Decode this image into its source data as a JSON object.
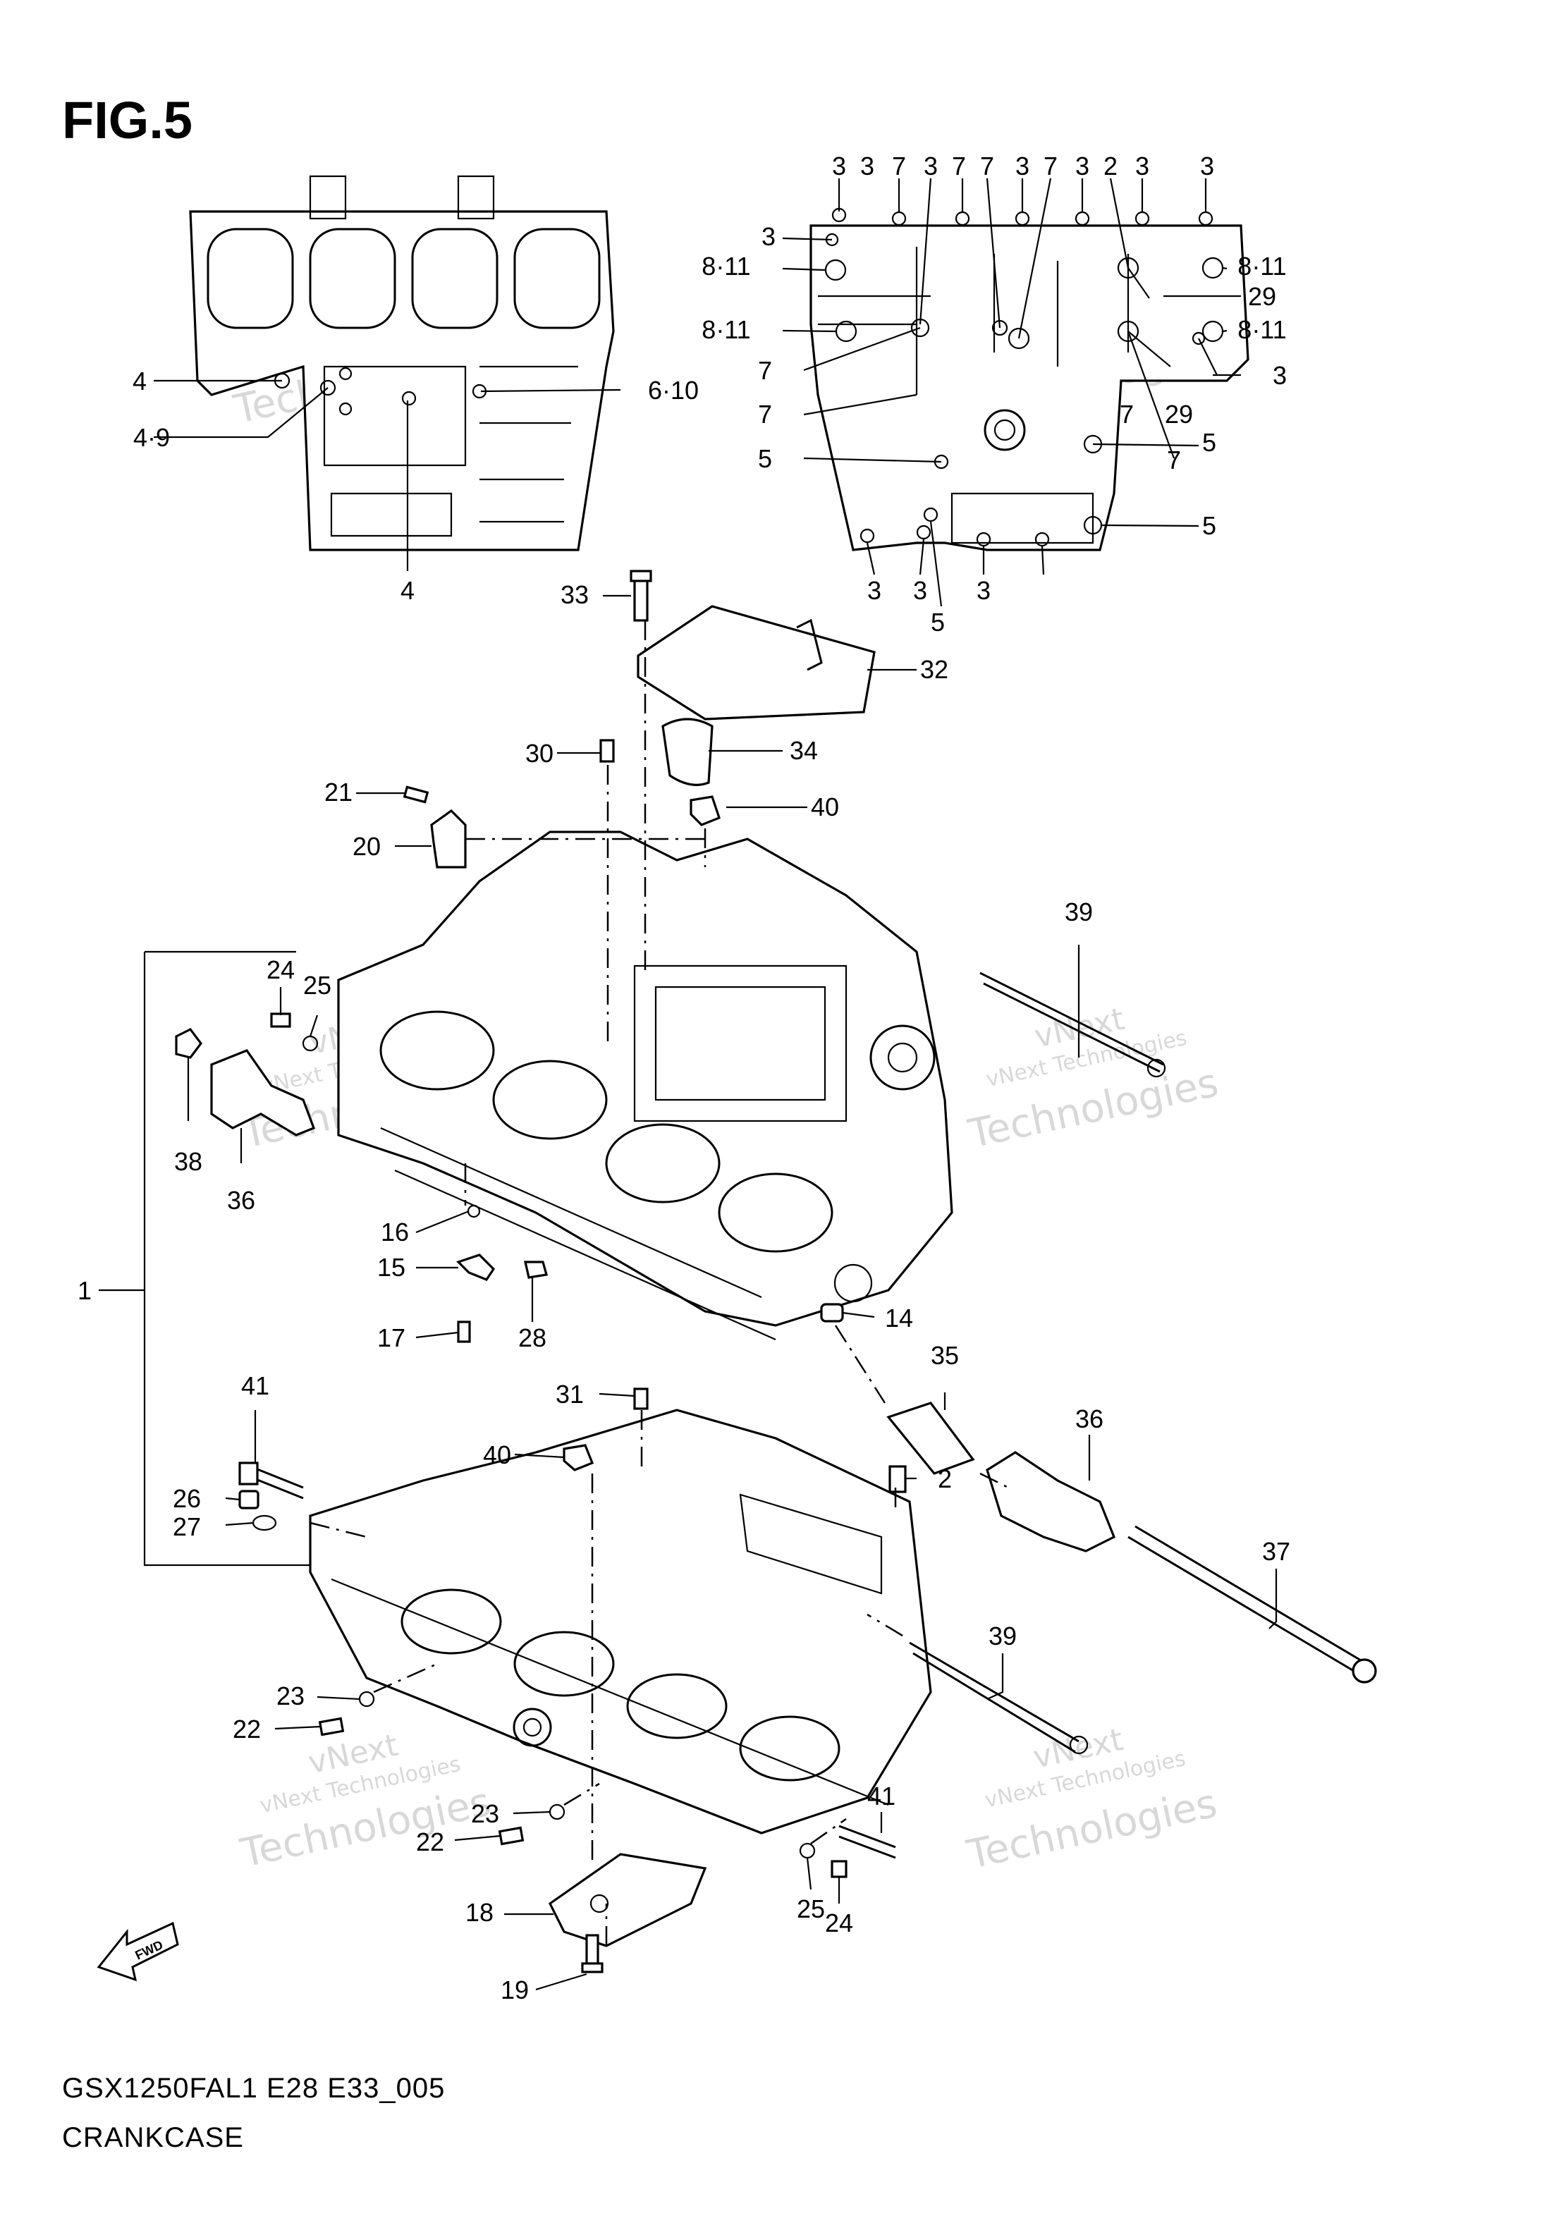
{
  "title": "FIG.5",
  "footer": {
    "model_code": "GSX1250FAL1 E28 E33_005",
    "section_name": "CRANKCASE"
  },
  "watermark": {
    "line1": "vNext",
    "line2": "vNext Technologies",
    "line3": "Technologies"
  },
  "icons": {
    "fwd_arrow": "FWD"
  },
  "callouts": [
    {
      "id": "c3a",
      "text": "3"
    },
    {
      "id": "c3b",
      "text": "3"
    },
    {
      "id": "c3c",
      "text": "3"
    },
    {
      "id": "c7a",
      "text": "7"
    },
    {
      "id": "c7b",
      "text": "7"
    },
    {
      "id": "c7c",
      "text": "7"
    },
    {
      "id": "c7d",
      "text": "7"
    },
    {
      "id": "c3d",
      "text": "3"
    },
    {
      "id": "c2a",
      "text": "2"
    },
    {
      "id": "c3e",
      "text": "3"
    },
    {
      "id": "c3f",
      "text": "3"
    },
    {
      "id": "c3g",
      "text": "3"
    },
    {
      "id": "c811a",
      "text": "8·11"
    },
    {
      "id": "c811b",
      "text": "8·11"
    },
    {
      "id": "c811c",
      "text": "8·11"
    },
    {
      "id": "c811d",
      "text": "8·11"
    },
    {
      "id": "c29a",
      "text": "29"
    },
    {
      "id": "c29b",
      "text": "29"
    },
    {
      "id": "c7e",
      "text": "7"
    },
    {
      "id": "c7f",
      "text": "7"
    },
    {
      "id": "c7g",
      "text": "7"
    },
    {
      "id": "c7h",
      "text": "7"
    },
    {
      "id": "c3h",
      "text": "3"
    },
    {
      "id": "c5a",
      "text": "5"
    },
    {
      "id": "c5b",
      "text": "5"
    },
    {
      "id": "c5c",
      "text": "5"
    },
    {
      "id": "c5d",
      "text": "5"
    },
    {
      "id": "c3i",
      "text": "3"
    },
    {
      "id": "c3j",
      "text": "3"
    },
    {
      "id": "c3k",
      "text": "3"
    },
    {
      "id": "c3l",
      "text": "3"
    },
    {
      "id": "c4a",
      "text": "4"
    },
    {
      "id": "c49",
      "text": "4·9"
    },
    {
      "id": "c4b",
      "text": "4"
    },
    {
      "id": "c610",
      "text": "6·10"
    },
    {
      "id": "c33",
      "text": "33"
    },
    {
      "id": "c32",
      "text": "32"
    },
    {
      "id": "c34",
      "text": "34"
    },
    {
      "id": "c30",
      "text": "30"
    },
    {
      "id": "c40a",
      "text": "40"
    },
    {
      "id": "c21",
      "text": "21"
    },
    {
      "id": "c20",
      "text": "20"
    },
    {
      "id": "c39a",
      "text": "39"
    },
    {
      "id": "c24a",
      "text": "24"
    },
    {
      "id": "c25a",
      "text": "25"
    },
    {
      "id": "c38",
      "text": "38"
    },
    {
      "id": "c36a",
      "text": "36"
    },
    {
      "id": "c1",
      "text": "1"
    },
    {
      "id": "c16",
      "text": "16"
    },
    {
      "id": "c15",
      "text": "15"
    },
    {
      "id": "c17",
      "text": "17"
    },
    {
      "id": "c28",
      "text": "28"
    },
    {
      "id": "c14",
      "text": "14"
    },
    {
      "id": "c35",
      "text": "35"
    },
    {
      "id": "c36b",
      "text": "36"
    },
    {
      "id": "c31",
      "text": "31"
    },
    {
      "id": "c41a",
      "text": "41"
    },
    {
      "id": "c40b",
      "text": "40"
    },
    {
      "id": "c2b",
      "text": "2"
    },
    {
      "id": "c26",
      "text": "26"
    },
    {
      "id": "c27",
      "text": "27"
    },
    {
      "id": "c37",
      "text": "37"
    },
    {
      "id": "c39b",
      "text": "39"
    },
    {
      "id": "c23a",
      "text": "23"
    },
    {
      "id": "c22a",
      "text": "22"
    },
    {
      "id": "c23b",
      "text": "23"
    },
    {
      "id": "c22b",
      "text": "22"
    },
    {
      "id": "c41b",
      "text": "41"
    },
    {
      "id": "c25b",
      "text": "25"
    },
    {
      "id": "c24b",
      "text": "24"
    },
    {
      "id": "c18",
      "text": "18"
    },
    {
      "id": "c19",
      "text": "19"
    }
  ]
}
